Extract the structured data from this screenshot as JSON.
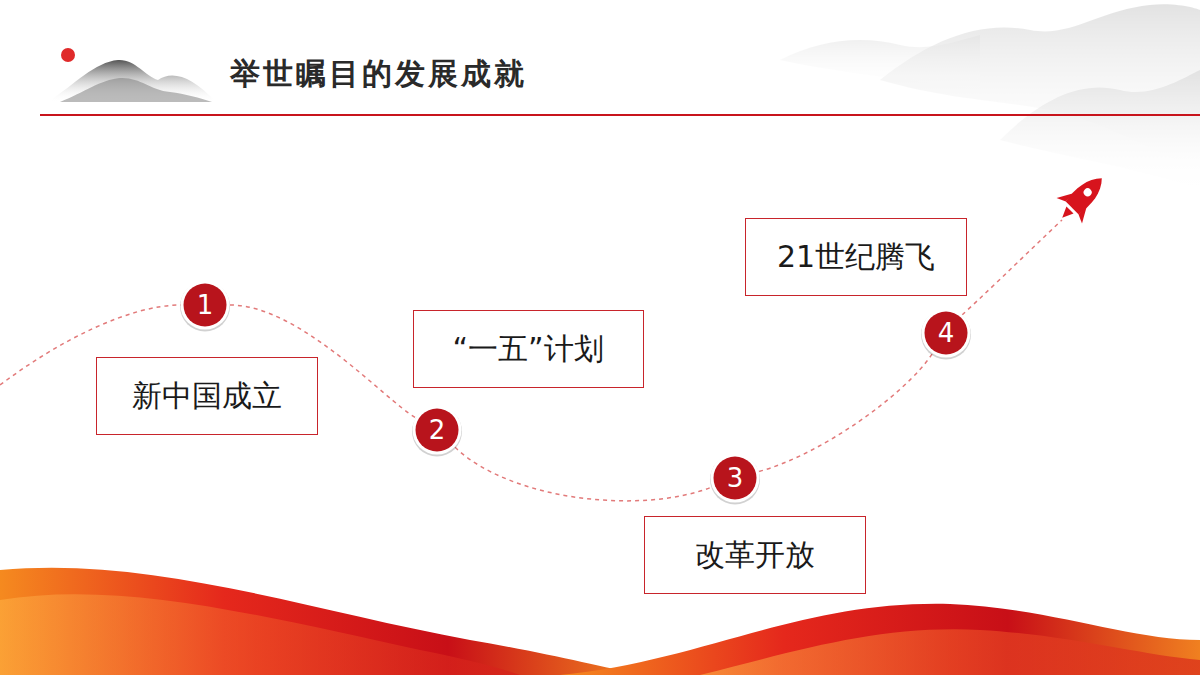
{
  "diagram": {
    "title": "举世瞩目的发展成就",
    "nodes": [
      {
        "text": [
          "1"
        ]
      },
      {
        "text": [
          "新中国成立"
        ]
      },
      {
        "text": [
          "2"
        ]
      },
      {
        "text": [
          "“一五”计划"
        ]
      },
      {
        "text": [
          "3"
        ]
      },
      {
        "text": [
          "改革开放"
        ]
      },
      {
        "text": [
          "4"
        ]
      },
      {
        "text": [
          "21世纪腾飞"
        ]
      }
    ],
    "edges": [
      {
        "from": 0,
        "to": 2,
        "arrow": "none"
      },
      {
        "from": 2,
        "to": 4,
        "arrow": "none"
      },
      {
        "from": 4,
        "to": 6,
        "arrow": "none"
      }
    ]
  }
}
